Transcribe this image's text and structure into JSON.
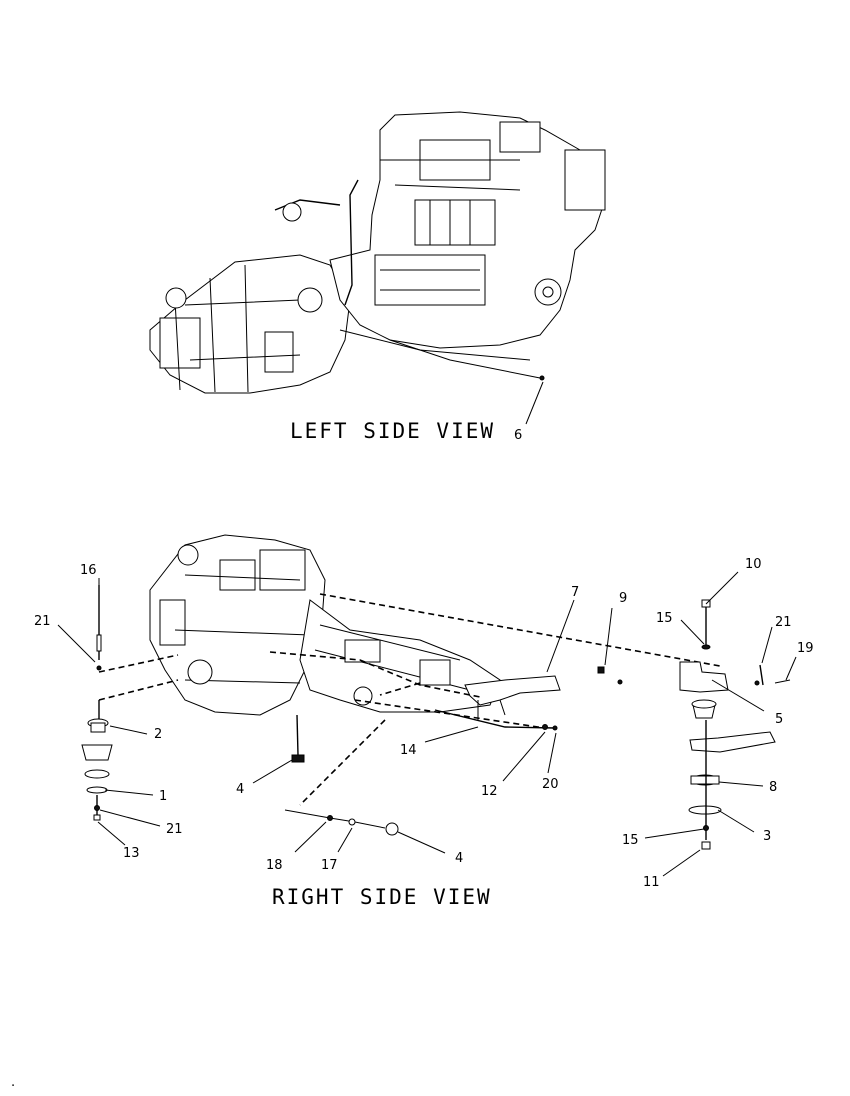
{
  "diagram": {
    "left_view_title": "LEFT SIDE VIEW",
    "right_view_title": "RIGHT SIDE VIEW",
    "left_callouts": [
      "6"
    ],
    "right_callouts": [
      "16",
      "21",
      "2",
      "1",
      "21",
      "13",
      "4",
      "18",
      "17",
      "4",
      "14",
      "12",
      "20",
      "7",
      "9",
      "15",
      "10",
      "21",
      "19",
      "5",
      "8",
      "3",
      "15",
      "11"
    ],
    "footer_mark": "."
  }
}
